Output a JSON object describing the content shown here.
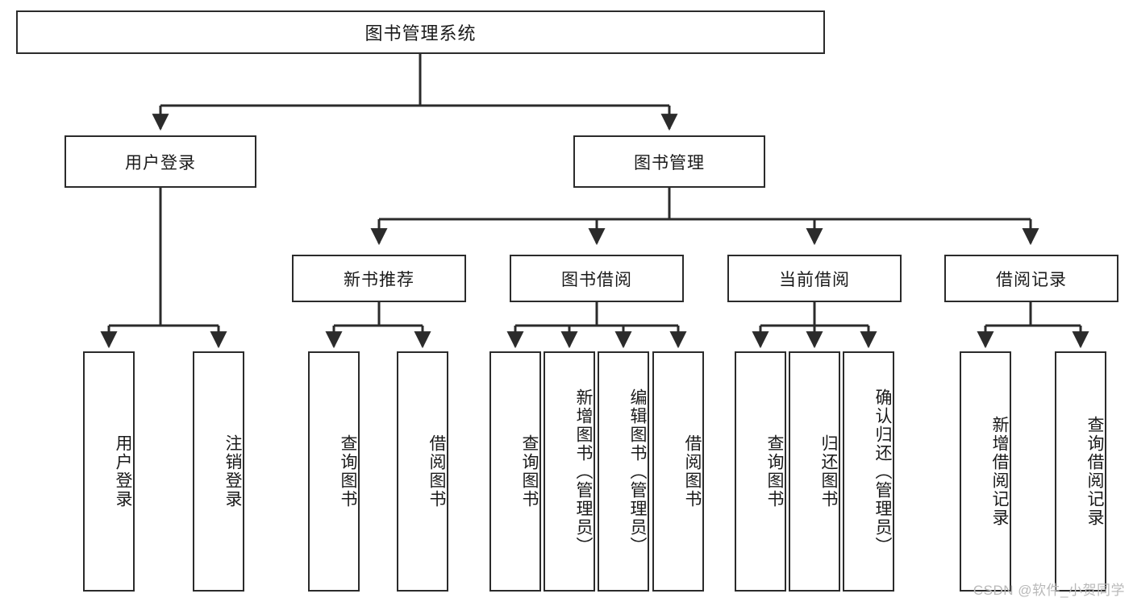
{
  "diagram": {
    "title": "图书管理系统",
    "type": "tree-hierarchy",
    "watermark": "CSDN @软件_小贺同学",
    "colors": {
      "border": "#2b2b2b",
      "background": "#ffffff",
      "text": "#1a1a1a",
      "watermark": "#b9b9b9"
    },
    "levels": {
      "root": {
        "label": "图书管理系统"
      },
      "level1": [
        {
          "id": "user-login",
          "label": "用户登录"
        },
        {
          "id": "book-management",
          "label": "图书管理"
        }
      ],
      "level2": [
        {
          "id": "new-book-recommend",
          "label": "新书推荐",
          "parent": "book-management"
        },
        {
          "id": "book-borrow",
          "label": "图书借阅",
          "parent": "book-management"
        },
        {
          "id": "current-borrow",
          "label": "当前借阅",
          "parent": "book-management"
        },
        {
          "id": "borrow-record",
          "label": "借阅记录",
          "parent": "book-management"
        }
      ],
      "leaves": [
        {
          "id": "leaf-user-login",
          "label": "用户登录",
          "parent": "user-login"
        },
        {
          "id": "leaf-user-logout",
          "label": "注销登录",
          "parent": "user-login"
        },
        {
          "id": "leaf-query-book-1",
          "label": "查询图书",
          "parent": "new-book-recommend"
        },
        {
          "id": "leaf-borrow-book-1",
          "label": "借阅图书",
          "parent": "new-book-recommend"
        },
        {
          "id": "leaf-query-book-2",
          "label": "查询图书",
          "parent": "book-borrow"
        },
        {
          "id": "leaf-add-book",
          "label": "新增图书（管理员）",
          "parent": "book-borrow"
        },
        {
          "id": "leaf-edit-book",
          "label": "编辑图书（管理员）",
          "parent": "book-borrow"
        },
        {
          "id": "leaf-borrow-book-2",
          "label": "借阅图书",
          "parent": "book-borrow"
        },
        {
          "id": "leaf-query-book-3",
          "label": "查询图书",
          "parent": "current-borrow"
        },
        {
          "id": "leaf-return-book",
          "label": "归还图书",
          "parent": "current-borrow"
        },
        {
          "id": "leaf-confirm-return",
          "label": "确认归还（管理员）",
          "parent": "current-borrow"
        },
        {
          "id": "leaf-add-record",
          "label": "新增借阅记录",
          "parent": "borrow-record"
        },
        {
          "id": "leaf-query-record",
          "label": "查询借阅记录",
          "parent": "borrow-record"
        }
      ]
    }
  }
}
